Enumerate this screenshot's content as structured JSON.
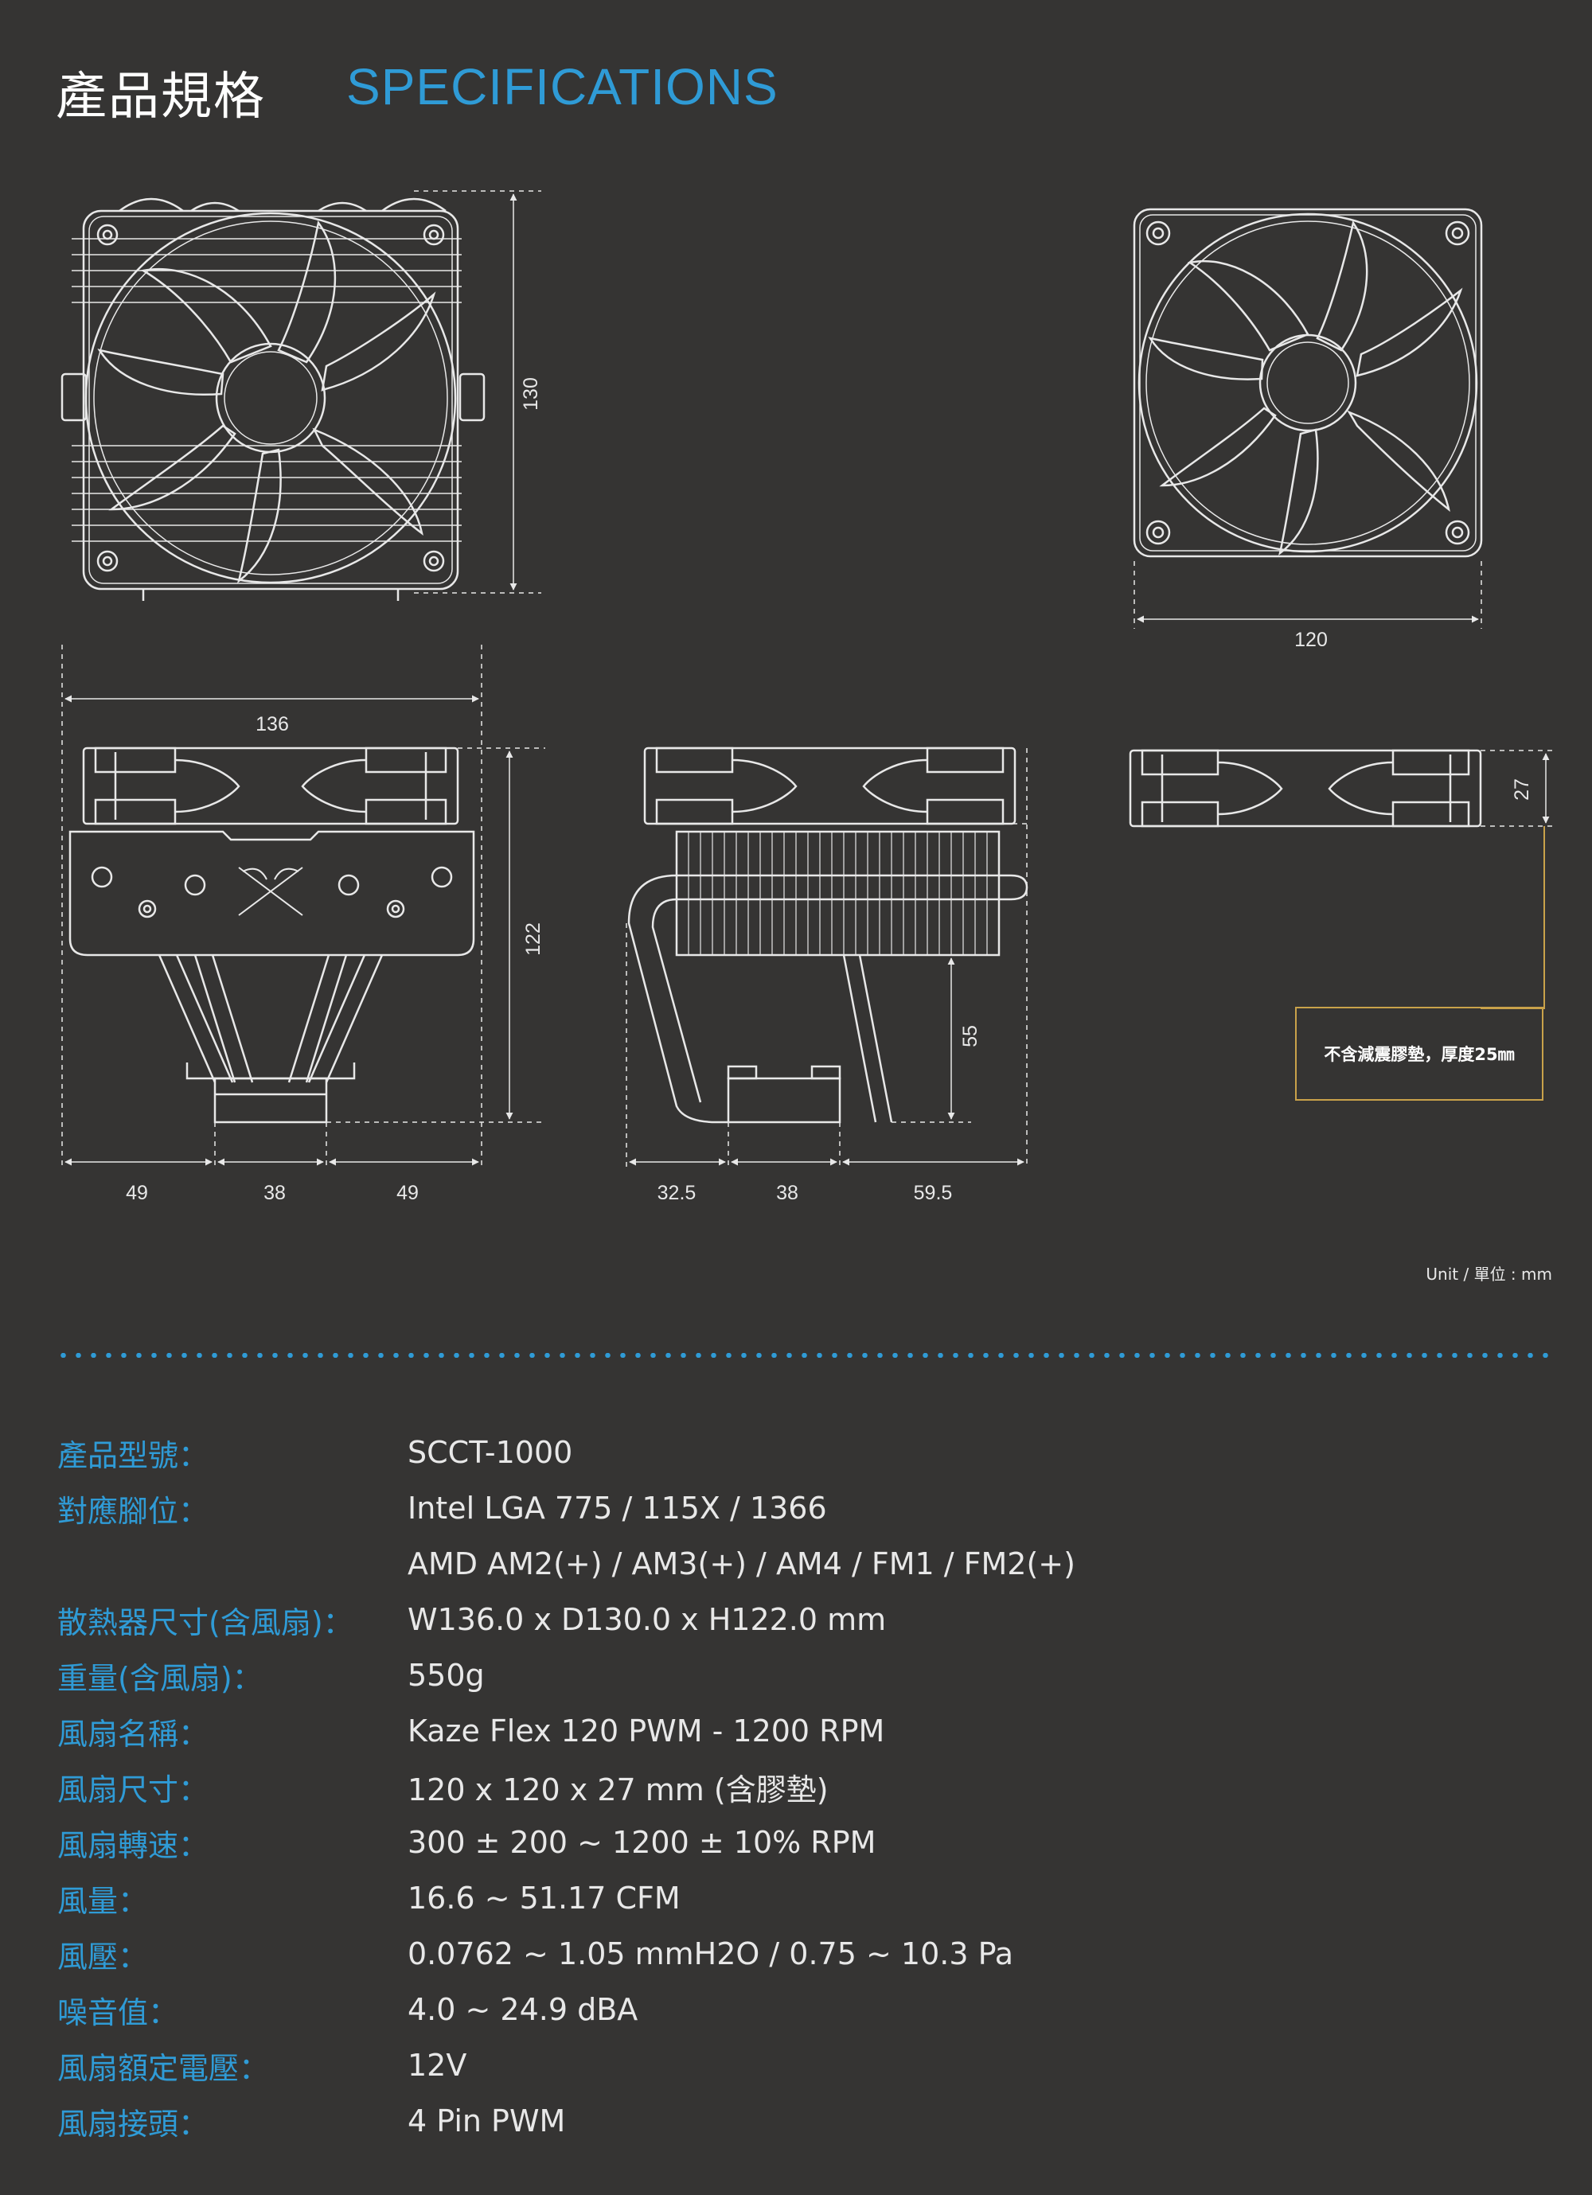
{
  "header": {
    "title_cn": "產品規格",
    "title_en": "SPECIFICATIONS"
  },
  "dimensions": {
    "top_height": "130",
    "fan_width": "120",
    "total_width": "136",
    "front_height": "122",
    "front_left": "49",
    "front_mid": "38",
    "front_right": "49",
    "side_left": "32.5",
    "side_mid": "38",
    "side_right": "59.5",
    "side_clearance": "55",
    "fan_thickness": "27"
  },
  "note": "不含減震膠墊，厚度25㎜",
  "unit_note": "Unit / 單位 : mm",
  "specs": [
    {
      "label": "產品型號：",
      "value": "SCCT-1000"
    },
    {
      "label": "對應腳位：",
      "value": "Intel LGA 775 / 115X / 1366"
    },
    {
      "label": "",
      "value": "AMD AM2(+) / AM3(+) / AM4 / FM1 / FM2(+)"
    },
    {
      "label": "散熱器尺寸(含風扇)：",
      "value": "W136.0 x D130.0 x H122.0 mm"
    },
    {
      "label": "重量(含風扇)：",
      "value": "550g"
    },
    {
      "label": "風扇名稱：",
      "value": "Kaze Flex 120 PWM - 1200 RPM"
    },
    {
      "label": "風扇尺寸：",
      "value": "120 x 120 x 27 mm (含膠墊)"
    },
    {
      "label": "風扇轉速：",
      "value": "300 ± 200 ~ 1200 ± 10% RPM"
    },
    {
      "label": "風量：",
      "value": "16.6 ~ 51.17 CFM"
    },
    {
      "label": "風壓：",
      "value": "0.0762 ~ 1.05 mmH2O / 0.75 ~ 10.3 Pa"
    },
    {
      "label": "噪音值：",
      "value": "4.0 ~ 24.9 dBA"
    },
    {
      "label": "風扇額定電壓：",
      "value": "12V"
    },
    {
      "label": "風扇接頭：",
      "value": "4 Pin PWM"
    }
  ]
}
